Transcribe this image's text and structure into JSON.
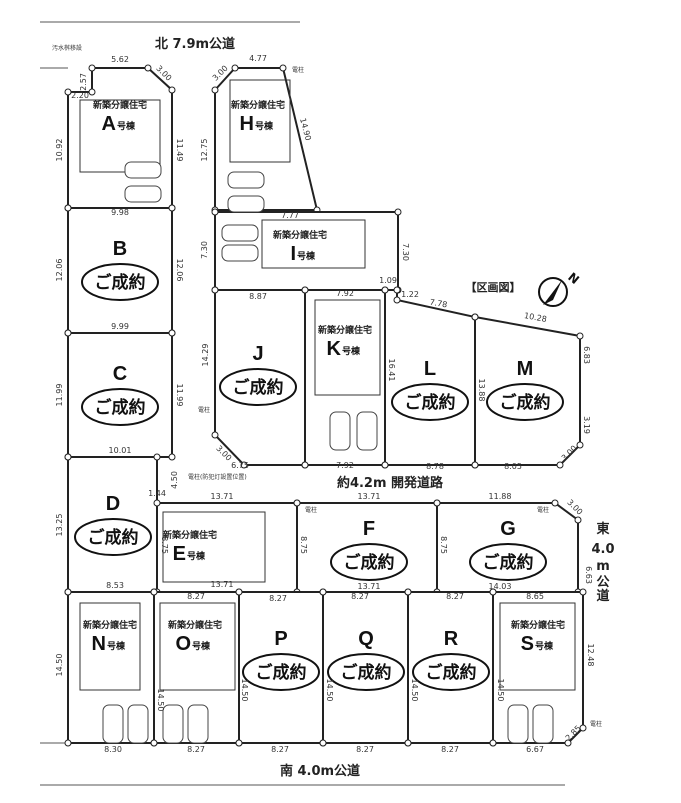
{
  "roads": {
    "north": "北 7.9m公道",
    "south": "南 4.0m公道",
    "development": "約4.2m 開発道路",
    "east": [
      "東",
      "4.0",
      "m",
      "公",
      "道"
    ]
  },
  "map_title": "【区画図】",
  "compass": "N",
  "house_label": "新築分譲住宅",
  "house_suffix": "号棟",
  "sold_label": "ご成約",
  "notes": {
    "pole": "電柱",
    "pole_light": "電柱(防犯灯設置位置)",
    "top_left": "汚水桝移設"
  },
  "lots": [
    {
      "id": "A",
      "status": "house"
    },
    {
      "id": "B",
      "status": "sold"
    },
    {
      "id": "C",
      "status": "sold"
    },
    {
      "id": "D",
      "status": "sold"
    },
    {
      "id": "E",
      "status": "house"
    },
    {
      "id": "F",
      "status": "sold"
    },
    {
      "id": "G",
      "status": "sold"
    },
    {
      "id": "H",
      "status": "house"
    },
    {
      "id": "I",
      "status": "house"
    },
    {
      "id": "J",
      "status": "sold"
    },
    {
      "id": "K",
      "status": "house"
    },
    {
      "id": "L",
      "status": "sold"
    },
    {
      "id": "M",
      "status": "sold"
    },
    {
      "id": "N",
      "status": "house"
    },
    {
      "id": "O",
      "status": "house"
    },
    {
      "id": "P",
      "status": "sold"
    },
    {
      "id": "Q",
      "status": "sold"
    },
    {
      "id": "R",
      "status": "sold"
    },
    {
      "id": "S",
      "status": "house"
    }
  ],
  "dimensions": [
    "5.62",
    "3.00",
    "2.57",
    "2.20",
    "10.92",
    "11.49",
    "9.98",
    "4.77",
    "3.00",
    "14.90",
    "12.75",
    "7.77",
    "7.30",
    "7.30",
    "8.87",
    "1.09",
    "7.92",
    "1.22",
    "7.78",
    "10.28",
    "16.41",
    "14.29",
    "13.88",
    "6.83",
    "3.19",
    "3.00",
    "6.75",
    "7.92",
    "8.78",
    "8.05",
    "3.00",
    "12.06",
    "12.06",
    "9.99",
    "11.99",
    "11.99",
    "10.01",
    "4.50",
    "1.44",
    "13.71",
    "13.25",
    "8.75",
    "8.75",
    "13.71",
    "8.53",
    "13.71",
    "11.88",
    "3.00",
    "8.75",
    "13.71",
    "14.03",
    "6.63",
    "8.27",
    "8.27",
    "8.27",
    "8.27",
    "8.65",
    "14.50",
    "14.50",
    "14.50",
    "14.50",
    "14.50",
    "14.50",
    "12.48",
    "2.85",
    "8.30",
    "8.27",
    "8.27",
    "8.27",
    "8.27",
    "6.67"
  ]
}
